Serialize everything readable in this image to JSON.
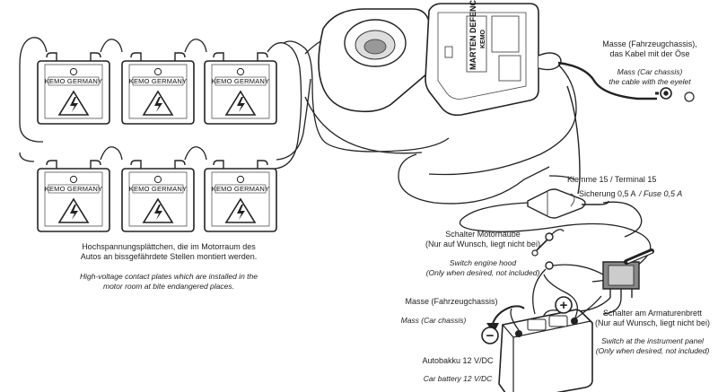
{
  "plates": {
    "brand_label": "KEMO GERMANY",
    "count": 6
  },
  "device": {
    "brand": "MARTEN DEFENCE",
    "line2": "KEMO"
  },
  "labels": {
    "plates_de_1": "Hochspannungsplättchen, die im Motorraum des",
    "plates_de_2": "Autos an bissgefährdete Stellen montiert werden.",
    "plates_en_1": "High-voltage contact plates which are installed in the",
    "plates_en_2": "motor room at bite endangered places.",
    "ground_top_de_1": "Masse (Fahrzeugchassis),",
    "ground_top_de_2": "das Kabel mit der Öse",
    "ground_top_en_1": "Mass (Car chassis)",
    "ground_top_en_2": "the cable with the eyelet",
    "terminal": "Klemme 15  / Terminal 15",
    "fuse_de": "Sicherung 0,5 A",
    "fuse_en": "/ Fuse 0,5 A",
    "hood_de_1": "Schalter Motorhaube",
    "hood_de_2": "(Nur auf Wunsch, liegt nicht bei)",
    "hood_en_1": "Switch engine hood",
    "hood_en_2": "(Only when desired, not included)",
    "ground_bat_de": "Masse (Fahrzeugchassis)",
    "ground_bat_en": "Mass (Car chassis)",
    "panel_de_1": "Schalter am Armaturenbrett",
    "panel_de_2": "(Nur auf Wunsch, liegt nicht bei)",
    "panel_en_1": "Switch at the instrument panel",
    "panel_en_2": "(Only when desired, not included)",
    "battery_de": "Autobakku 12 V/DC",
    "battery_en": "Car battery 12 V/DC",
    "plus": "+",
    "minus": "−"
  }
}
